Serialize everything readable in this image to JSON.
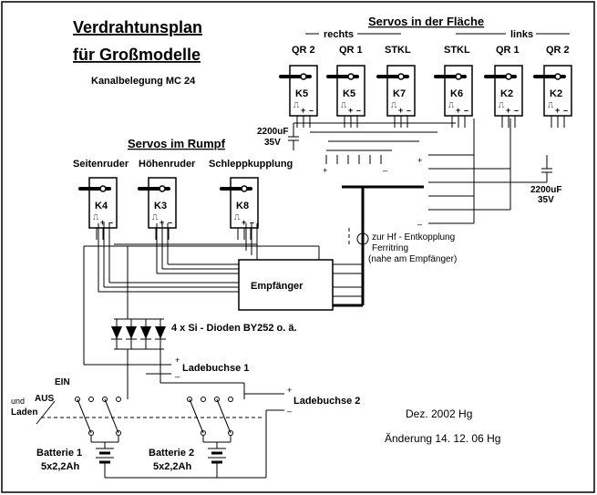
{
  "title_line1": "Verdrahtunsplan",
  "title_line2": "für Großmodelle",
  "subtitle": "Kanalbelegung MC 24",
  "wing_section": {
    "title": "Servos in der Fläche",
    "right_label": "rechts",
    "left_label": "links",
    "servos": [
      {
        "header": "QR 2",
        "channel": "K5"
      },
      {
        "header": "QR 1",
        "channel": "K5"
      },
      {
        "header": "STKL",
        "channel": "K7"
      },
      {
        "header": "STKL",
        "channel": "K6"
      },
      {
        "header": "QR 1",
        "channel": "K2"
      },
      {
        "header": "QR 2",
        "channel": "K2"
      }
    ],
    "cap_left": {
      "value": "2200uF",
      "voltage": "35V"
    },
    "cap_right": {
      "value": "2200uF",
      "voltage": "35V"
    }
  },
  "fuselage_section": {
    "title": "Servos im Rumpf",
    "servos": [
      {
        "header": "Seitenruder",
        "channel": "K4"
      },
      {
        "header": "Höhenruder",
        "channel": "K3"
      },
      {
        "header": "Schleppkupplung",
        "channel": "K8"
      }
    ]
  },
  "receiver_label": "Empfänger",
  "ferrite_note": [
    "zur Hf - Entkopplung",
    "Ferritring",
    "(nahe am Empfänger)"
  ],
  "diodes_label": "4 x Si - Dioden BY252 o. ä.",
  "charge_socket_1": "Ladebuchse 1",
  "charge_socket_2": "Ladebuchse 2",
  "switch_labels": {
    "on": "EIN",
    "off": "AUS",
    "and": "und",
    "charge": "Laden"
  },
  "battery_1": {
    "name": "Batterie 1",
    "spec": "5x2,2Ah"
  },
  "battery_2": {
    "name": "Batterie 2",
    "spec": "5x2,2Ah"
  },
  "date_note": "Dez. 2002 Hg",
  "change_note": "Änderung 14. 12. 06 Hg",
  "plus_sign": "+",
  "minus_sign": "–",
  "pulse_symbol": "⎍"
}
